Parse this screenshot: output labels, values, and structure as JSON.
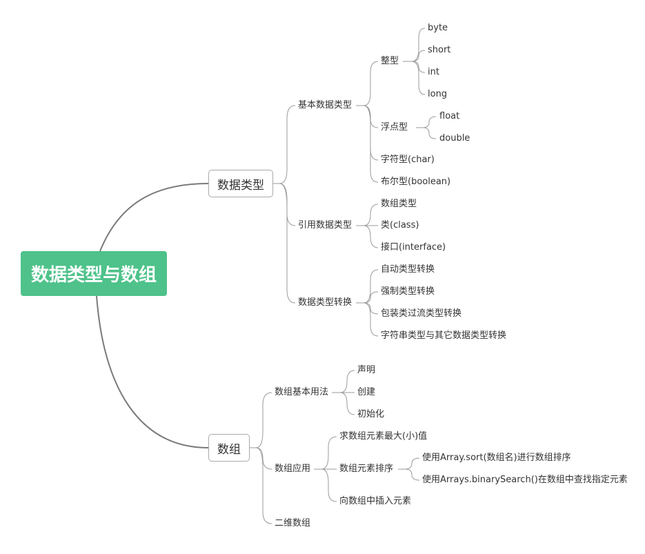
{
  "root": "数据类型与数组",
  "branches": {
    "datatype": {
      "label": "数据类型",
      "basic": {
        "label": "基本数据类型",
        "integer": {
          "label": "整型",
          "items": [
            "byte",
            "short",
            "int",
            "long"
          ]
        },
        "float": {
          "label": "浮点型",
          "items": [
            "float",
            "double"
          ]
        },
        "char": "字符型(char)",
        "bool": "布尔型(boolean)"
      },
      "reference": {
        "label": "引用数据类型",
        "items": [
          "数组类型",
          "类(class)",
          "接口(interface)"
        ]
      },
      "conversion": {
        "label": "数据类型转换",
        "items": [
          "自动类型转换",
          "强制类型转换",
          "包装类过流类型转换",
          "字符串类型与其它数据类型转换"
        ]
      }
    },
    "array": {
      "label": "数组",
      "basic_usage": {
        "label": "数组基本用法",
        "items": [
          "声明",
          "创建",
          "初始化"
        ]
      },
      "application": {
        "label": "数组应用",
        "max_min": "求数组元素最大(小)值",
        "sort": {
          "label": "数组元素排序",
          "items": [
            "使用Array.sort(数组名)进行数组排序",
            "使用Arrays.binarySearch()在数组中查找指定元素"
          ]
        },
        "insert": "向数组中插入元素"
      },
      "two_dim": "二维数组"
    }
  }
}
